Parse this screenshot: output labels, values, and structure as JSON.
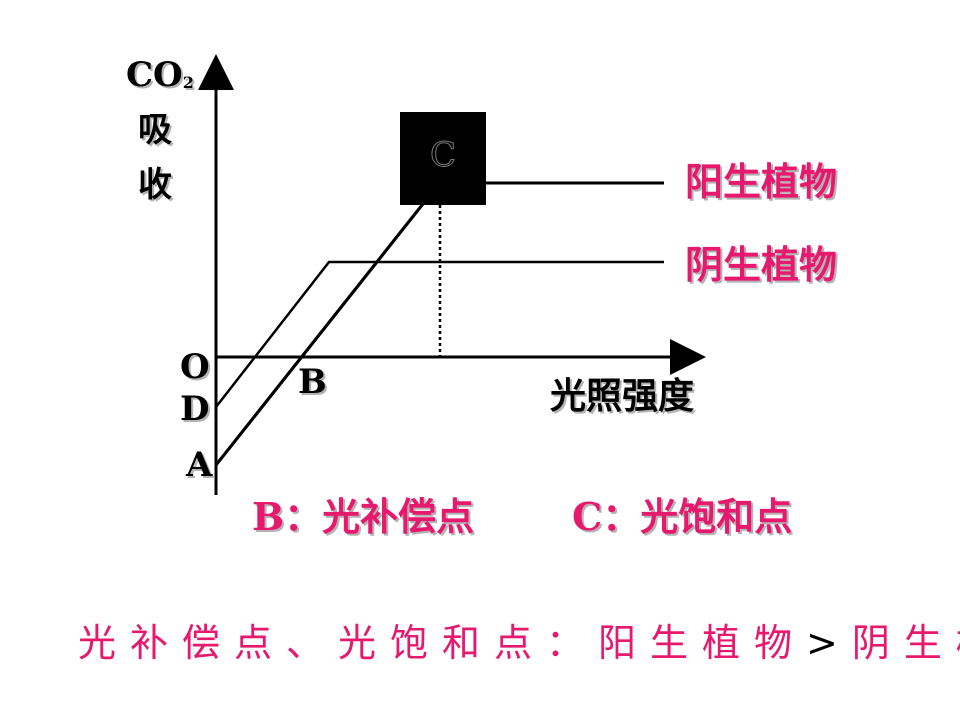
{
  "y_axis": {
    "line1": "CO",
    "sub": "2",
    "line2": "吸",
    "line3": "收"
  },
  "x_axis": {
    "label": "光照强度"
  },
  "points": {
    "o": "O",
    "d": "D",
    "a": "A",
    "b": "B",
    "c": "C"
  },
  "legend": {
    "sun": "阳生植物",
    "shade": "阴生植物"
  },
  "definitions": {
    "b": "B：光补偿点",
    "c": "C：光饱和点"
  },
  "conclusion": {
    "left": "光补偿点、光饱和点：阳生植物",
    "op": ">",
    "right": "阴生植物"
  },
  "colors": {
    "accent": "#e6196e",
    "line": "#000000"
  }
}
